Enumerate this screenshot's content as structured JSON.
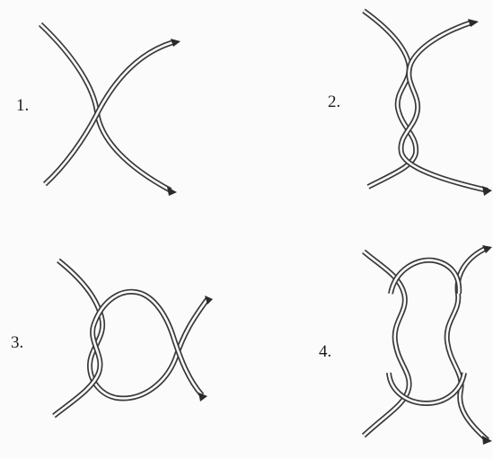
{
  "steps": [
    {
      "number": "1."
    },
    {
      "number": "2."
    },
    {
      "number": "3."
    },
    {
      "number": "4."
    }
  ],
  "colors": {
    "cord_outline": "#3a3a3a",
    "cord_fill": "#fbfbfb",
    "label_text": "#1c1c1c"
  }
}
